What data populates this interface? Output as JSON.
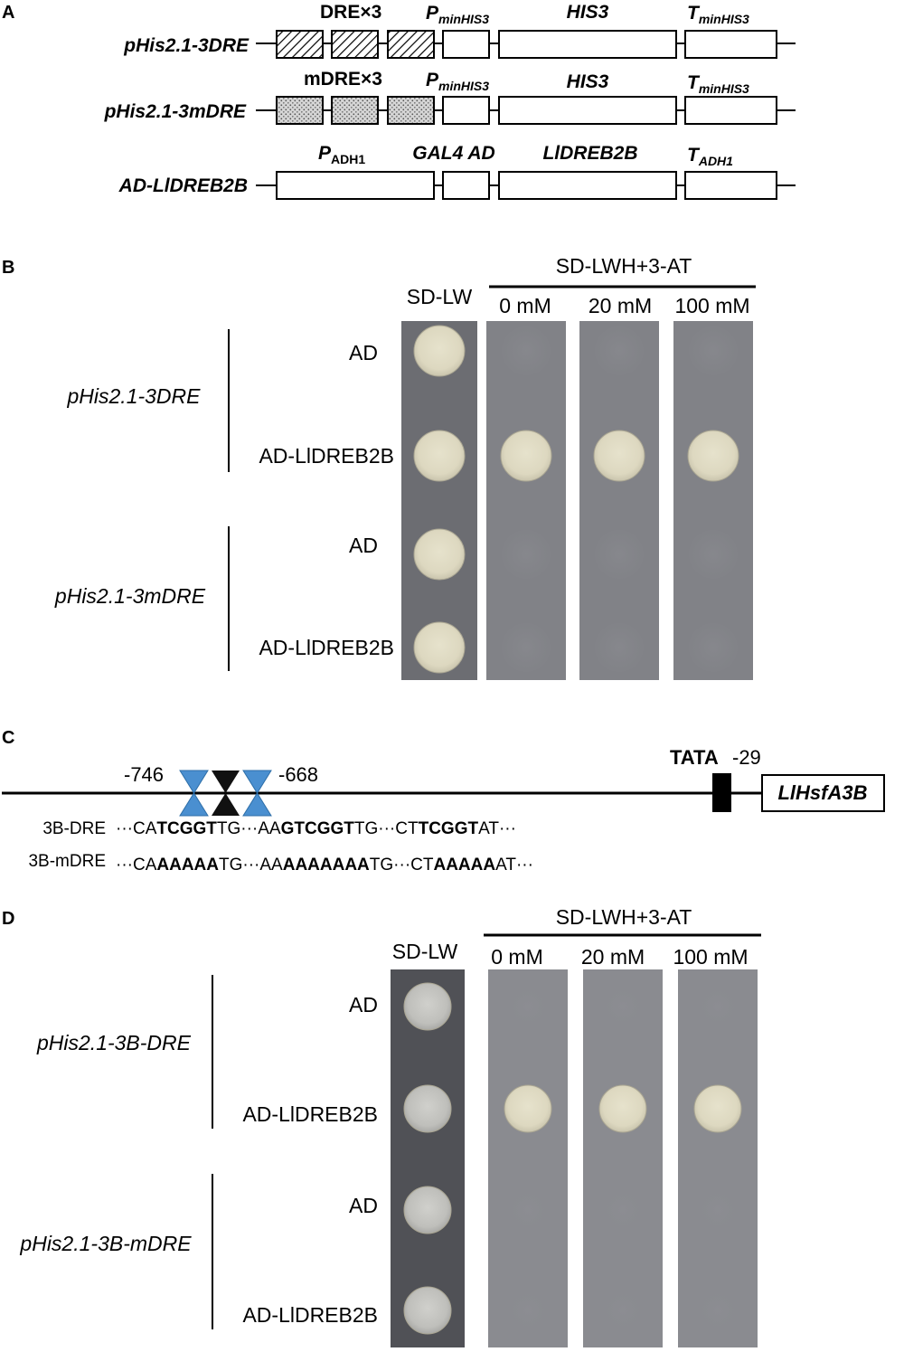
{
  "panel_a": {
    "letter": "A",
    "constructs": [
      {
        "name": "pHis2.1-3DRE",
        "elements": [
          "DRE×3",
          "P",
          "minHIS3",
          "HIS3",
          "T",
          "minHIS3"
        ]
      },
      {
        "name": "pHis2.1-3mDRE",
        "elements": [
          "mDRE×3",
          "P",
          "minHIS3",
          "HIS3",
          "T",
          "minHIS3"
        ]
      },
      {
        "name": "AD-LlDREB2B",
        "elements": [
          "P",
          "ADH1",
          "GAL4 AD",
          "LlDREB2B",
          "T",
          "ADH1"
        ]
      }
    ]
  },
  "panel_b": {
    "letter": "B",
    "media_header": "SD-LWH+3-AT",
    "columns": [
      "SD-LW",
      "0 mM",
      "20 mM",
      "100 mM"
    ],
    "groups": [
      {
        "name": "pHis2.1-3DRE",
        "rows": [
          "AD",
          "AD-LlDREB2B"
        ]
      },
      {
        "name": "pHis2.1-3mDRE",
        "rows": [
          "AD",
          "AD-LlDREB2B"
        ]
      }
    ],
    "growth": [
      [
        true,
        false,
        false,
        false
      ],
      [
        true,
        true,
        true,
        true
      ],
      [
        true,
        false,
        false,
        false
      ],
      [
        true,
        false,
        false,
        false
      ]
    ]
  },
  "panel_c": {
    "letter": "C",
    "pos_left": "-746",
    "pos_right": "-668",
    "tata_label": "TATA",
    "tata_pos": "-29",
    "gene": "LlHsfA3B",
    "seq_rows": [
      {
        "label": "3B-DRE",
        "segments": [
          {
            "t": "···CA",
            "b": false
          },
          {
            "t": "TCGGT",
            "b": true
          },
          {
            "t": "TG···AA",
            "b": false
          },
          {
            "t": "GTCGGT",
            "b": true
          },
          {
            "t": "TG···CT",
            "b": false
          },
          {
            "t": "TCGGT",
            "b": true
          },
          {
            "t": "AT···",
            "b": false
          }
        ]
      },
      {
        "label": "3B-mDRE",
        "segments": [
          {
            "t": "···CA",
            "b": false
          },
          {
            "t": "AAAAA",
            "b": true
          },
          {
            "t": "TG···AA",
            "b": false
          },
          {
            "t": "AAAAAAA",
            "b": true
          },
          {
            "t": "TG···CT",
            "b": false
          },
          {
            "t": "AAAAA",
            "b": true
          },
          {
            "t": "AT···",
            "b": false
          }
        ]
      }
    ],
    "colors": {
      "dre_triangle": "#4a8fd0",
      "center_triangle": "#111111"
    }
  },
  "panel_d": {
    "letter": "D",
    "media_header": "SD-LWH+3-AT",
    "columns": [
      "SD-LW",
      "0 mM",
      "20 mM",
      "100 mM"
    ],
    "groups": [
      {
        "name": "pHis2.1-3B-DRE",
        "rows": [
          "AD",
          "AD-LlDREB2B"
        ]
      },
      {
        "name": "pHis2.1-3B-mDRE",
        "rows": [
          "AD",
          "AD-LlDREB2B"
        ]
      }
    ],
    "growth": [
      [
        true,
        false,
        false,
        false
      ],
      [
        true,
        true,
        true,
        true
      ],
      [
        true,
        false,
        false,
        false
      ],
      [
        true,
        false,
        false,
        false
      ]
    ]
  },
  "colors": {
    "plate_dark": "#58595e",
    "plate_mid": "#75767b",
    "plate_light": "#8e8f94",
    "colony": "#ddd9c4"
  }
}
